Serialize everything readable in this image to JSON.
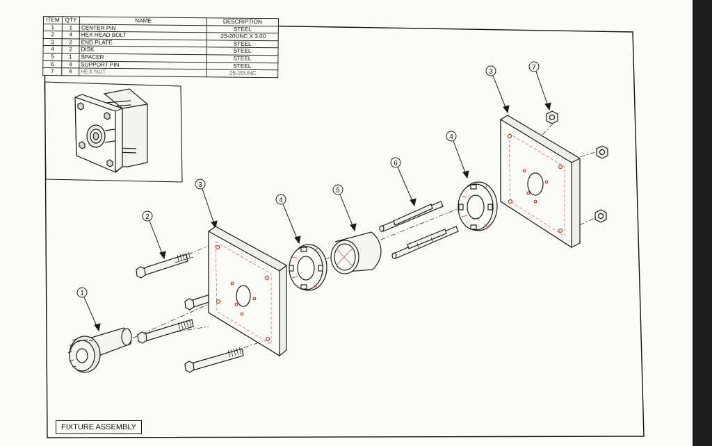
{
  "bom": {
    "headers": {
      "item": "ITEM",
      "qty": "QTY",
      "name": "NAME",
      "description": "DESCRIPTION"
    },
    "rows": [
      {
        "item": "1",
        "qty": "1",
        "name": "CENTER PIN",
        "description": "STEEL"
      },
      {
        "item": "2",
        "qty": "4",
        "name": "HEX HEAD BOLT",
        "description": ".25-20UNC X 3.00"
      },
      {
        "item": "3",
        "qty": "2",
        "name": "END PLATE",
        "description": "STEEL"
      },
      {
        "item": "4",
        "qty": "2",
        "name": "DISK",
        "description": "STEEL"
      },
      {
        "item": "5",
        "qty": "1",
        "name": "SPACER",
        "description": "STEEL"
      },
      {
        "item": "6",
        "qty": "4",
        "name": "SUPPORT PIN",
        "description": "STEEL"
      },
      {
        "item": "7",
        "qty": "4",
        "name": "HEX NUT",
        "description": ".25-20UNC"
      }
    ]
  },
  "balloons": {
    "center_pin": "1",
    "hex_bolt": "2",
    "end_plate_left": "3",
    "disk_left": "4",
    "spacer": "5",
    "support_pin": "6",
    "disk_right": "4",
    "end_plate_right": "3",
    "hex_nut": "7"
  },
  "title": "FIXTURE ASSEMBLY",
  "colors": {
    "paper": "#fbfbf8",
    "line": "#1a1a1a",
    "part_fill": "#f2f2ef",
    "accent_red": "#c0392b"
  }
}
